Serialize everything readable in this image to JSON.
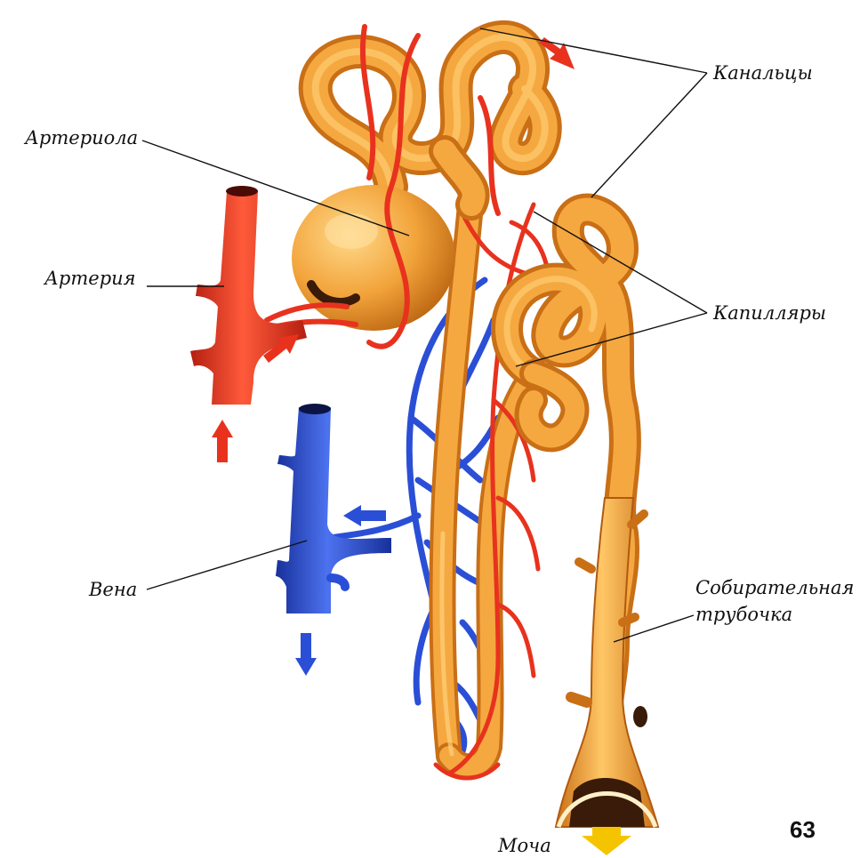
{
  "labels": {
    "kanaltsy": "Канальцы",
    "arteriola": "Артериола",
    "arteriya": "Артерия",
    "kapillyary": "Капилляры",
    "vena": "Вена",
    "sobiratelnaya_1": "Собирательная",
    "sobiratelnaya_2": "трубочка",
    "mocha": "Моча"
  },
  "page_number": "63",
  "colors": {
    "tubule": "#f2a33a",
    "tubule_dark": "#c96f16",
    "tubule_light": "#ffd27a",
    "artery": "#e8321e",
    "artery_dark": "#b41e10",
    "vein": "#2a4fd6",
    "vein_dark": "#17309a",
    "urine_arrow": "#f5c400",
    "text": "#111111"
  }
}
